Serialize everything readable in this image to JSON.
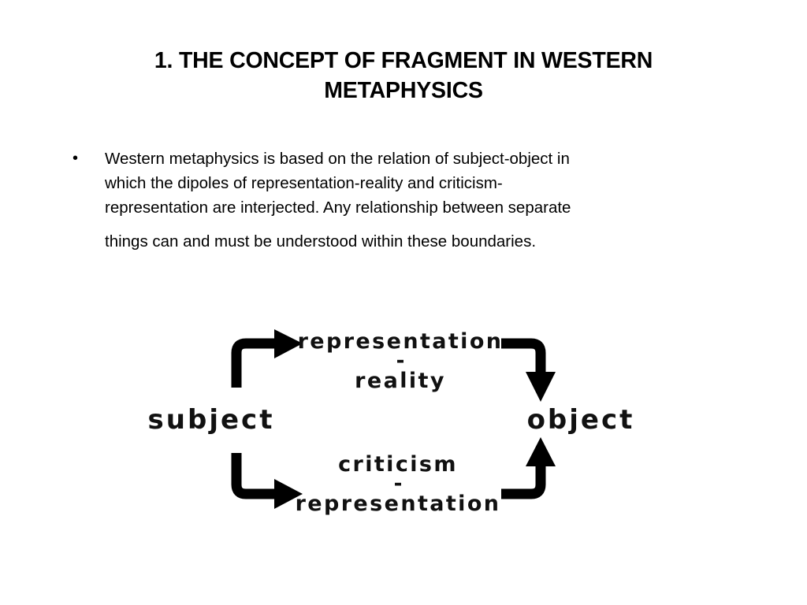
{
  "title_line1": "1. THE CONCEPT OF FRAGMENT IN WESTERN",
  "title_line2": "METAPHYSICS",
  "bullet": {
    "mark": "•",
    "lines": [
      "Western metaphysics is based on the relation of subject-object in",
      "which the dipoles of representation-reality and criticism-",
      "representation are interjected. Any relationship between separate",
      "things can and must be understood within these boundaries."
    ]
  },
  "diagram": {
    "subject": "subject",
    "object": "object",
    "top_line1": "representation",
    "top_dash": "-",
    "top_line2": "reality",
    "bottom_line1": "criticism",
    "bottom_dash": "-",
    "bottom_line2": "representation",
    "arrow_color": "#000000"
  }
}
